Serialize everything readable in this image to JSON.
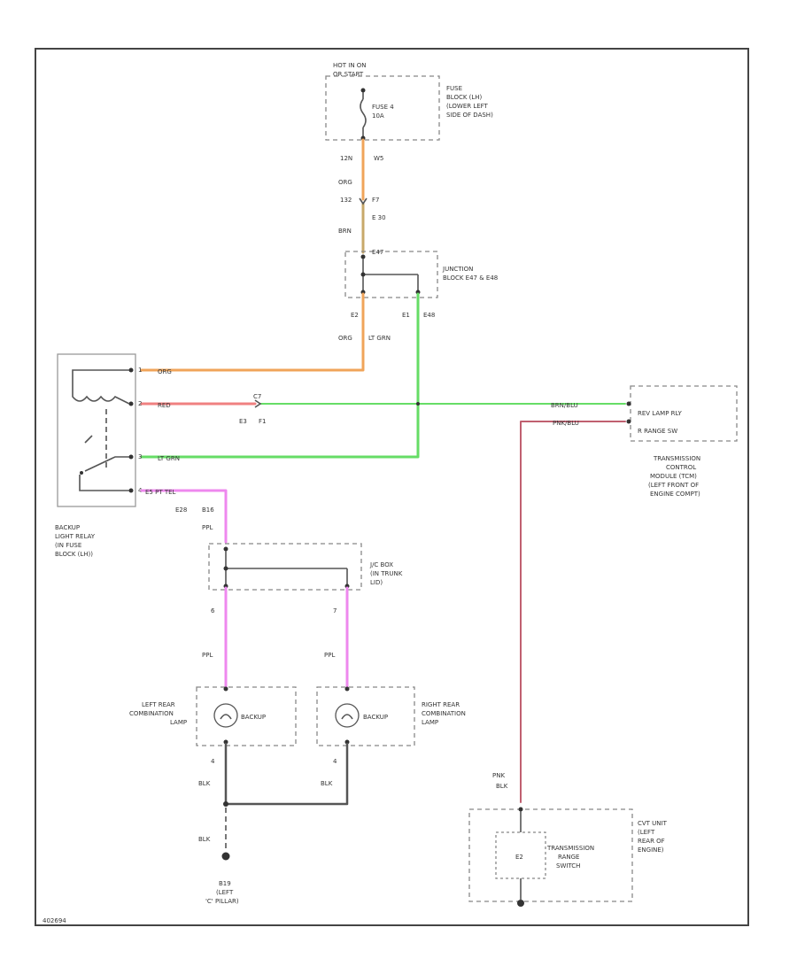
{
  "colors": {
    "orange": "#f0a45a",
    "tan": "#c8a96a",
    "red": "#f08080",
    "green": "#66dd66",
    "maroon": "#c06070",
    "pink": "#ee88ee",
    "black": "#555555"
  },
  "hot_label": [
    "HOT IN ON",
    "OR START"
  ],
  "fuse": {
    "name": [
      "FUSE 4",
      "10A"
    ],
    "block": [
      "FUSE",
      "BLOCK (LH)",
      "(LOWER LEFT",
      "SIDE OF DASH)"
    ]
  },
  "wire_labels": {
    "f12n": "12N",
    "fw5": "W5",
    "org1": "ORG",
    "c132": "132",
    "cf7": "F7",
    "e30": "E 30",
    "brn": "BRN",
    "e47": "E47",
    "e2": "E2",
    "e1": "E1",
    "e48": "E48",
    "org2": "ORG",
    "ltgrn1": "LT GRN",
    "org3": "ORG",
    "red": "RED",
    "c7": "C7",
    "ce3": "E3",
    "cf1": "F1",
    "brnblu": "BRN/BLU",
    "pnkblu": "PNK/BLU",
    "ltgrn2": "LT GRN",
    "purtel": "E5 PT TEL",
    "e28": "E28",
    "b16": "B16",
    "ppl1": "PPL",
    "p6": "6",
    "p7": "7",
    "ppl2": "PPL",
    "ppl3": "PPL",
    "pin4a": "4",
    "pin4b": "4",
    "blk1": "BLK",
    "blk2": "BLK",
    "blk3": "BLK",
    "pnk": "PNK",
    "blk4": "BLK"
  },
  "junction_block": [
    "JUNCTION",
    "BLOCK E47 & E48"
  ],
  "relay": {
    "pins": [
      "1",
      "2",
      "3",
      "4"
    ],
    "label": [
      "BACKUP",
      "LIGHT RELAY",
      "(IN FUSE",
      "BLOCK (LH))"
    ]
  },
  "tcm": {
    "pins": [
      "REV LAMP RLY",
      "R RANGE SW"
    ],
    "label": [
      "TRANSMISSION",
      "CONTROL",
      "MODULE (TCM)",
      "(LEFT FRONT OF",
      "ENGINE COMPT)"
    ]
  },
  "jbox_trunk": [
    "J/C BOX",
    "(IN TRUNK",
    "LID)"
  ],
  "left_lamp": {
    "label": [
      "LEFT REAR",
      "COMBINATION",
      "LAMP"
    ],
    "bulb": "BACKUP"
  },
  "right_lamp": {
    "label": [
      "RIGHT REAR",
      "COMBINATION",
      "LAMP"
    ],
    "bulb": "BACKUP"
  },
  "ground": [
    "B19",
    "(LEFT",
    "'C' PILLAR)"
  ],
  "trans_switch": {
    "pin": "E2",
    "name": [
      "TRANSMISSION",
      "RANGE",
      "SWITCH"
    ],
    "location": [
      "CVT UNIT",
      "(LEFT",
      "REAR OF",
      "ENGINE)"
    ]
  },
  "code": "402694"
}
